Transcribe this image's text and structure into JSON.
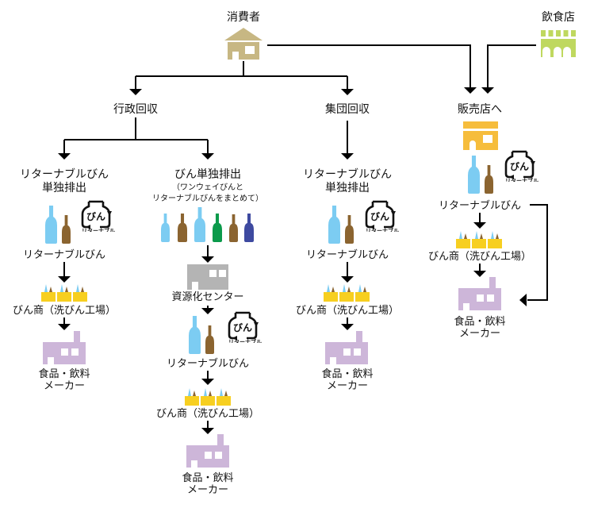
{
  "title": "Returnable bottle collection flow",
  "colors": {
    "consumer_house": "#c7b783",
    "restaurant": "#bfd85f",
    "shop": "#f6bd3c",
    "center": "#b4b4b4",
    "factory": "#cdb6d9",
    "crate": "#f7cf20",
    "bottle_lightblue": "#7cccf2",
    "bottle_brown": "#8b6430",
    "bottle_green": "#0b9a4b",
    "bottle_navy": "#3e4aa0",
    "arrow": "#000000"
  },
  "nodes": {
    "consumer": {
      "label": "消費者",
      "icon": "house-icon"
    },
    "restaurant": {
      "label": "飲食店",
      "icon": "restaurant-icon"
    },
    "admin_collection": {
      "label": "行政回収"
    },
    "group_collection": {
      "label": "集団回収"
    },
    "to_shop": {
      "label": "販売店へ",
      "icon": "shop-icon"
    },
    "col1": {
      "heading": [
        "リターナブルびん",
        "単独排出"
      ],
      "bottle_label": "リターナブルびん",
      "mark_text": "びん",
      "mark_caption": "リターナブル",
      "dealer": "びん商（洗びん工場）",
      "maker": [
        "食品・飲料",
        "メーカー"
      ]
    },
    "col2": {
      "heading": "びん単独排出",
      "subheading": [
        "（ワンウェイびんと",
        "リターナブルびんをまとめて）"
      ],
      "center": "資源化センター",
      "bottle_label": "リターナブルびん",
      "mark_text": "びん",
      "mark_caption": "リターナブル",
      "dealer": "びん商（洗びん工場）",
      "maker": [
        "食品・飲料",
        "メーカー"
      ]
    },
    "col3": {
      "heading": [
        "リターナブルびん",
        "単独排出"
      ],
      "bottle_label": "リターナブルびん",
      "mark_text": "びん",
      "mark_caption": "リターナブル",
      "dealer": "びん商（洗びん工場）",
      "maker": [
        "食品・飲料",
        "メーカー"
      ]
    },
    "col4": {
      "bottle_label": "リターナブルびん",
      "mark_text": "びん",
      "mark_caption": "リターナブル",
      "dealer": "びん商（洗びん工場）",
      "maker": [
        "食品・飲料",
        "メーカー"
      ]
    }
  }
}
